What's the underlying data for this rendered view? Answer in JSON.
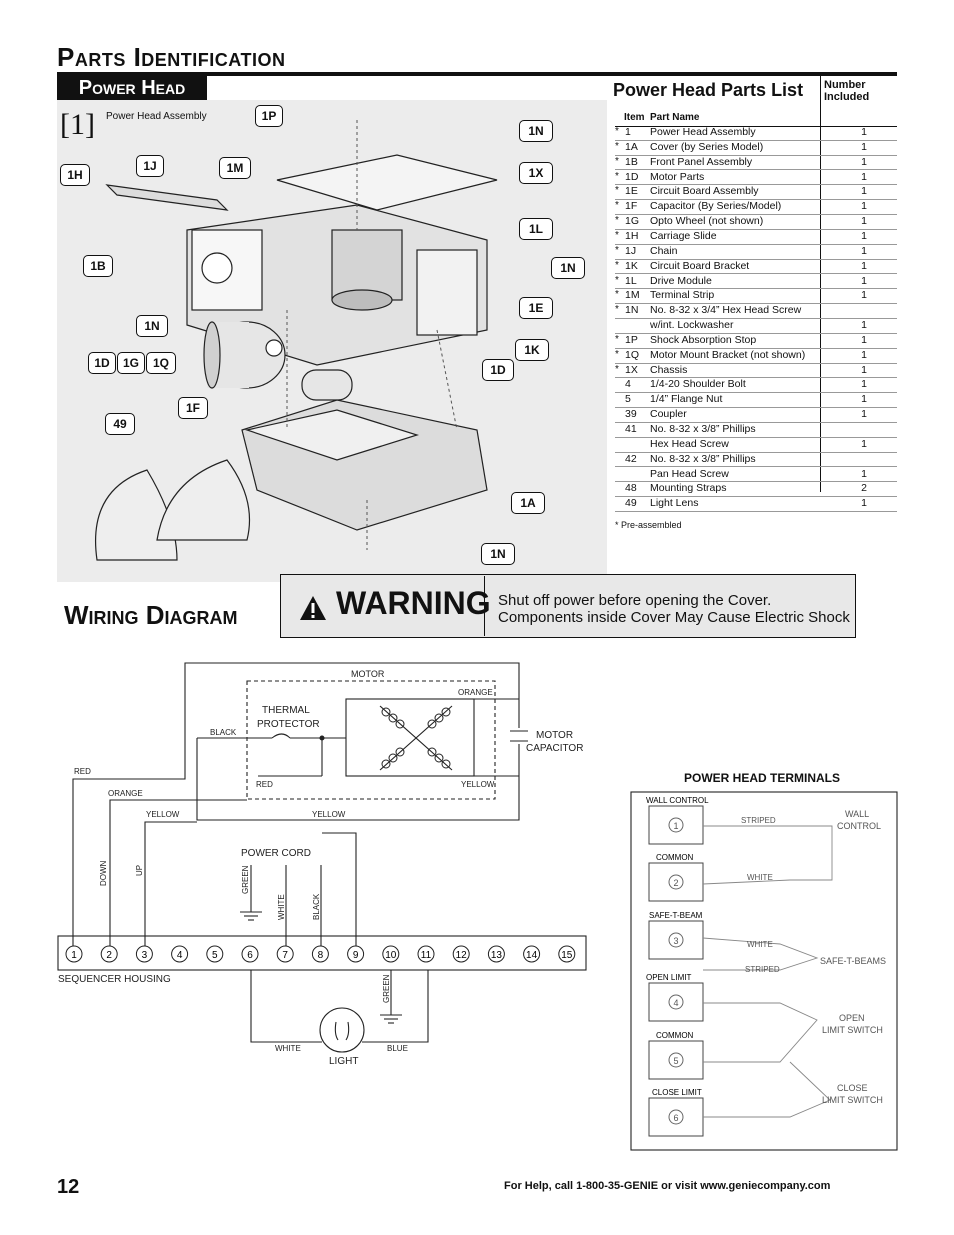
{
  "header": {
    "title": "Parts Identification",
    "tab": "Power Head"
  },
  "figure": {
    "number": "[1]",
    "caption": "Power Head Assembly",
    "callouts": [
      "1P",
      "1N",
      "1H",
      "1J",
      "1M",
      "1X",
      "1L",
      "1B",
      "1N",
      "1E",
      "1N",
      "1K",
      "1D",
      "1G",
      "1Q",
      "1D",
      "1F",
      "49",
      "1A",
      "1N"
    ]
  },
  "parts_list": {
    "title": "Power Head Parts List",
    "qty_header": "Number Included",
    "col_item": "Item",
    "col_name": "Part Name",
    "rows": [
      {
        "mark": "*",
        "item": "1",
        "name": "Power Head Assembly",
        "qty": "1"
      },
      {
        "mark": "*",
        "item": "1A",
        "name": "Cover (by Series Model)",
        "qty": "1"
      },
      {
        "mark": "*",
        "item": "1B",
        "name": "Front Panel Assembly",
        "qty": "1"
      },
      {
        "mark": "*",
        "item": "1D",
        "name": "Motor Parts",
        "qty": "1"
      },
      {
        "mark": "*",
        "item": "1E",
        "name": "Circuit Board Assembly",
        "qty": "1"
      },
      {
        "mark": "*",
        "item": "1F",
        "name": "Capacitor (By Series/Model)",
        "qty": "1"
      },
      {
        "mark": "*",
        "item": "1G",
        "name": "Opto Wheel (not shown)",
        "qty": "1"
      },
      {
        "mark": "*",
        "item": "1H",
        "name": "Carriage Slide",
        "qty": "1"
      },
      {
        "mark": "*",
        "item": "1J",
        "name": "Chain",
        "qty": "1"
      },
      {
        "mark": "*",
        "item": "1K",
        "name": "Circuit Board Bracket",
        "qty": "1"
      },
      {
        "mark": "*",
        "item": "1L",
        "name": "Drive  Module",
        "qty": "1"
      },
      {
        "mark": "*",
        "item": "1M",
        "name": "Terminal Strip",
        "qty": "1"
      },
      {
        "mark": "*",
        "item": "1N",
        "name": "No. 8-32 x 3/4” Hex Head Screw",
        "qty": ""
      },
      {
        "mark": "",
        "item": "",
        "name": "w/int. Lockwasher",
        "qty": "1"
      },
      {
        "mark": "*",
        "item": "1P",
        "name": "Shock Absorption Stop",
        "qty": "1"
      },
      {
        "mark": "*",
        "item": "1Q",
        "name": "Motor Mount Bracket (not shown)",
        "qty": "1"
      },
      {
        "mark": "*",
        "item": "1X",
        "name": "Chassis",
        "qty": "1"
      },
      {
        "mark": "",
        "item": "4",
        "name": "1/4-20 Shoulder Bolt",
        "qty": "1"
      },
      {
        "mark": "",
        "item": "5",
        "name": "1/4” Flange Nut",
        "qty": "1"
      },
      {
        "mark": "",
        "item": "39",
        "name": "Coupler",
        "qty": "1"
      },
      {
        "mark": "",
        "item": "41",
        "name": "No. 8-32 x 3/8” Phillips",
        "qty": ""
      },
      {
        "mark": "",
        "item": "",
        "name": "Hex Head Screw",
        "qty": "1"
      },
      {
        "mark": "",
        "item": "42",
        "name": "No. 8-32 x 3/8” Phillips",
        "qty": ""
      },
      {
        "mark": "",
        "item": "",
        "name": "Pan Head Screw",
        "qty": "1"
      },
      {
        "mark": "",
        "item": "48",
        "name": "Mounting Straps",
        "qty": "2"
      },
      {
        "mark": "",
        "item": "49",
        "name": "Light Lens",
        "qty": "1"
      }
    ],
    "footnote": "* Pre-assembled"
  },
  "wiring": {
    "title": "Wiring Diagram",
    "warning_word": "WARNING",
    "warning_line1": "Shut off power before opening the Cover.",
    "warning_line2": "Components inside Cover May Cause Electric Shock",
    "labels": {
      "motor": "MOTOR",
      "thermal1": "THERMAL",
      "thermal2": "PROTECTOR",
      "black": "BLACK",
      "orange_top": "ORANGE",
      "red_inner": "RED",
      "yellow_inner": "YELLOW",
      "motor_cap1": "MOTOR",
      "motor_cap2": "CAPACITOR",
      "red": "RED",
      "orange": "ORANGE",
      "yellow_left": "YELLOW",
      "yellow_mid": "YELLOW",
      "power_cord": "POWER CORD",
      "down": "DOWN",
      "up": "UP",
      "green": "GREEN",
      "white": "WHITE",
      "black_v": "BLACK",
      "green2": "GREEN",
      "sequencer": "SEQUENCER HOUSING",
      "white_light": "WHITE",
      "blue_light": "BLUE",
      "light": "LIGHT"
    },
    "terminals": [
      "1",
      "2",
      "3",
      "4",
      "5",
      "6",
      "7",
      "8",
      "9",
      "10",
      "11",
      "12",
      "13",
      "14",
      "15"
    ]
  },
  "power_head_terminals": {
    "title": "POWER HEAD TERMINALS",
    "items": [
      {
        "label": "WALL CONTROL",
        "num": "1"
      },
      {
        "label": "COMMON",
        "num": "2"
      },
      {
        "label": "SAFE-T-BEAM",
        "num": "3"
      },
      {
        "label": "OPEN LIMIT",
        "num": "4"
      },
      {
        "label": "COMMON",
        "num": "5"
      },
      {
        "label": "CLOSE LIMIT",
        "num": "6"
      }
    ],
    "wire_striped1": "STRIPED",
    "wire_white1": "WHITE",
    "wire_white2": "WHITE",
    "wire_striped2": "STRIPED",
    "wall_control1": "WALL",
    "wall_control2": "CONTROL",
    "safe_t_beams": "SAFE-T-BEAMS",
    "open_ls1": "OPEN",
    "open_ls2": "LIMIT SWITCH",
    "close_ls1": "CLOSE",
    "close_ls2": "LIMIT SWITCH"
  },
  "footer": {
    "page": "12",
    "help": "For Help, call 1-800-35-GENIE or visit www.geniecompany.com"
  }
}
